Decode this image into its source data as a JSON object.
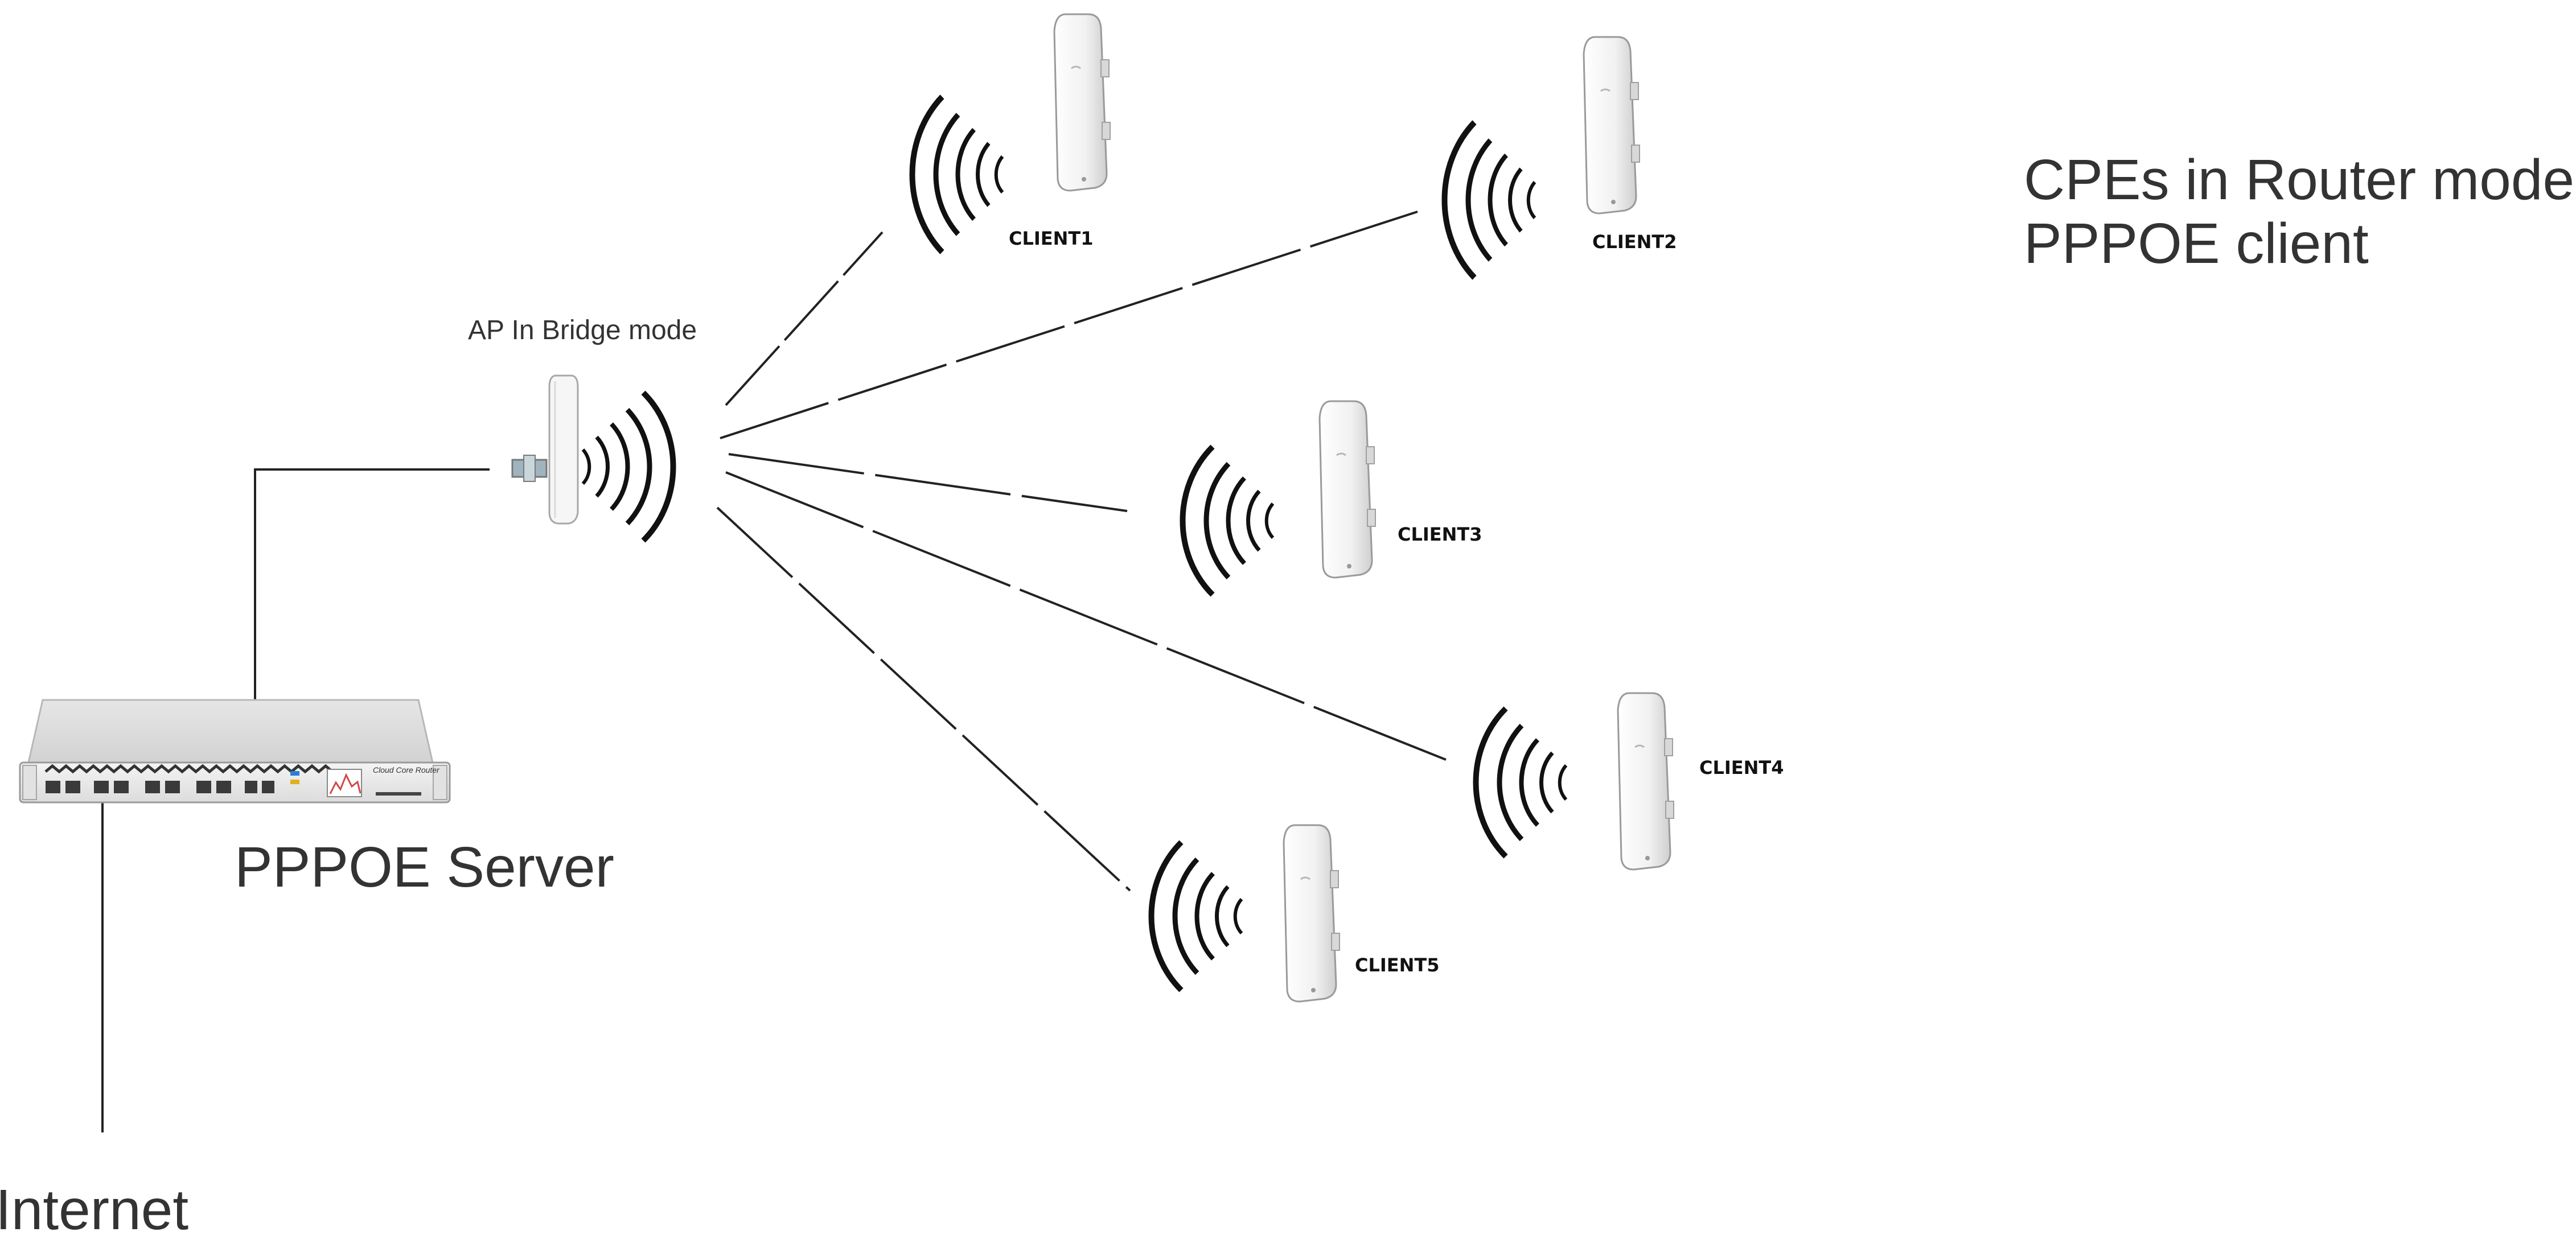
{
  "labels": {
    "cpe_title": "CPEs in Router mode",
    "cpe_subtitle": "PPPOE client",
    "ap": "AP In Bridge mode",
    "server": "PPPOE Server",
    "internet": "Internet"
  },
  "router": {
    "brand": "Cloud Core Router"
  },
  "clients": [
    {
      "id": "client1",
      "label": "CLIENT1"
    },
    {
      "id": "client2",
      "label": "CLIENT2"
    },
    {
      "id": "client3",
      "label": "CLIENT3"
    },
    {
      "id": "client4",
      "label": "CLIENT4"
    },
    {
      "id": "client5",
      "label": "CLIENT5"
    }
  ],
  "icons": {
    "ap": "sector-antenna-icon",
    "cpe": "cpe-antenna-icon",
    "router": "rack-router-icon",
    "signal": "wifi-signal-icon"
  },
  "colors": {
    "line": "#222222",
    "device_body": "#f2f2f2",
    "label": "#333333",
    "signal": "#111111"
  }
}
